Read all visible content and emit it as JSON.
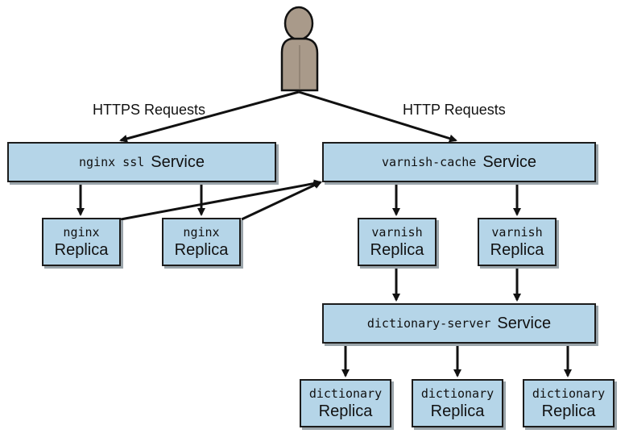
{
  "requests": {
    "https_label": "HTTPS Requests",
    "http_label": "HTTP Requests"
  },
  "services": {
    "nginx_ssl": {
      "name": "nginx ssl",
      "kind": "Service"
    },
    "varnish_cache": {
      "name": "varnish-cache",
      "kind": "Service"
    },
    "dictionary_server": {
      "name": "dictionary-server",
      "kind": "Service"
    }
  },
  "replicas": {
    "nginx": [
      {
        "name": "nginx",
        "kind": "Replica"
      },
      {
        "name": "nginx",
        "kind": "Replica"
      }
    ],
    "varnish": [
      {
        "name": "varnish",
        "kind": "Replica"
      },
      {
        "name": "varnish",
        "kind": "Replica"
      }
    ],
    "dictionary": [
      {
        "name": "dictionary",
        "kind": "Replica"
      },
      {
        "name": "dictionary",
        "kind": "Replica"
      },
      {
        "name": "dictionary",
        "kind": "Replica"
      }
    ]
  },
  "colors": {
    "box_fill": "#b5d5e8",
    "box_border": "#1c1c1c",
    "user_fill": "#a99a8a",
    "arrow": "#111111"
  },
  "icons": {
    "user": "user-silhouette-icon"
  }
}
